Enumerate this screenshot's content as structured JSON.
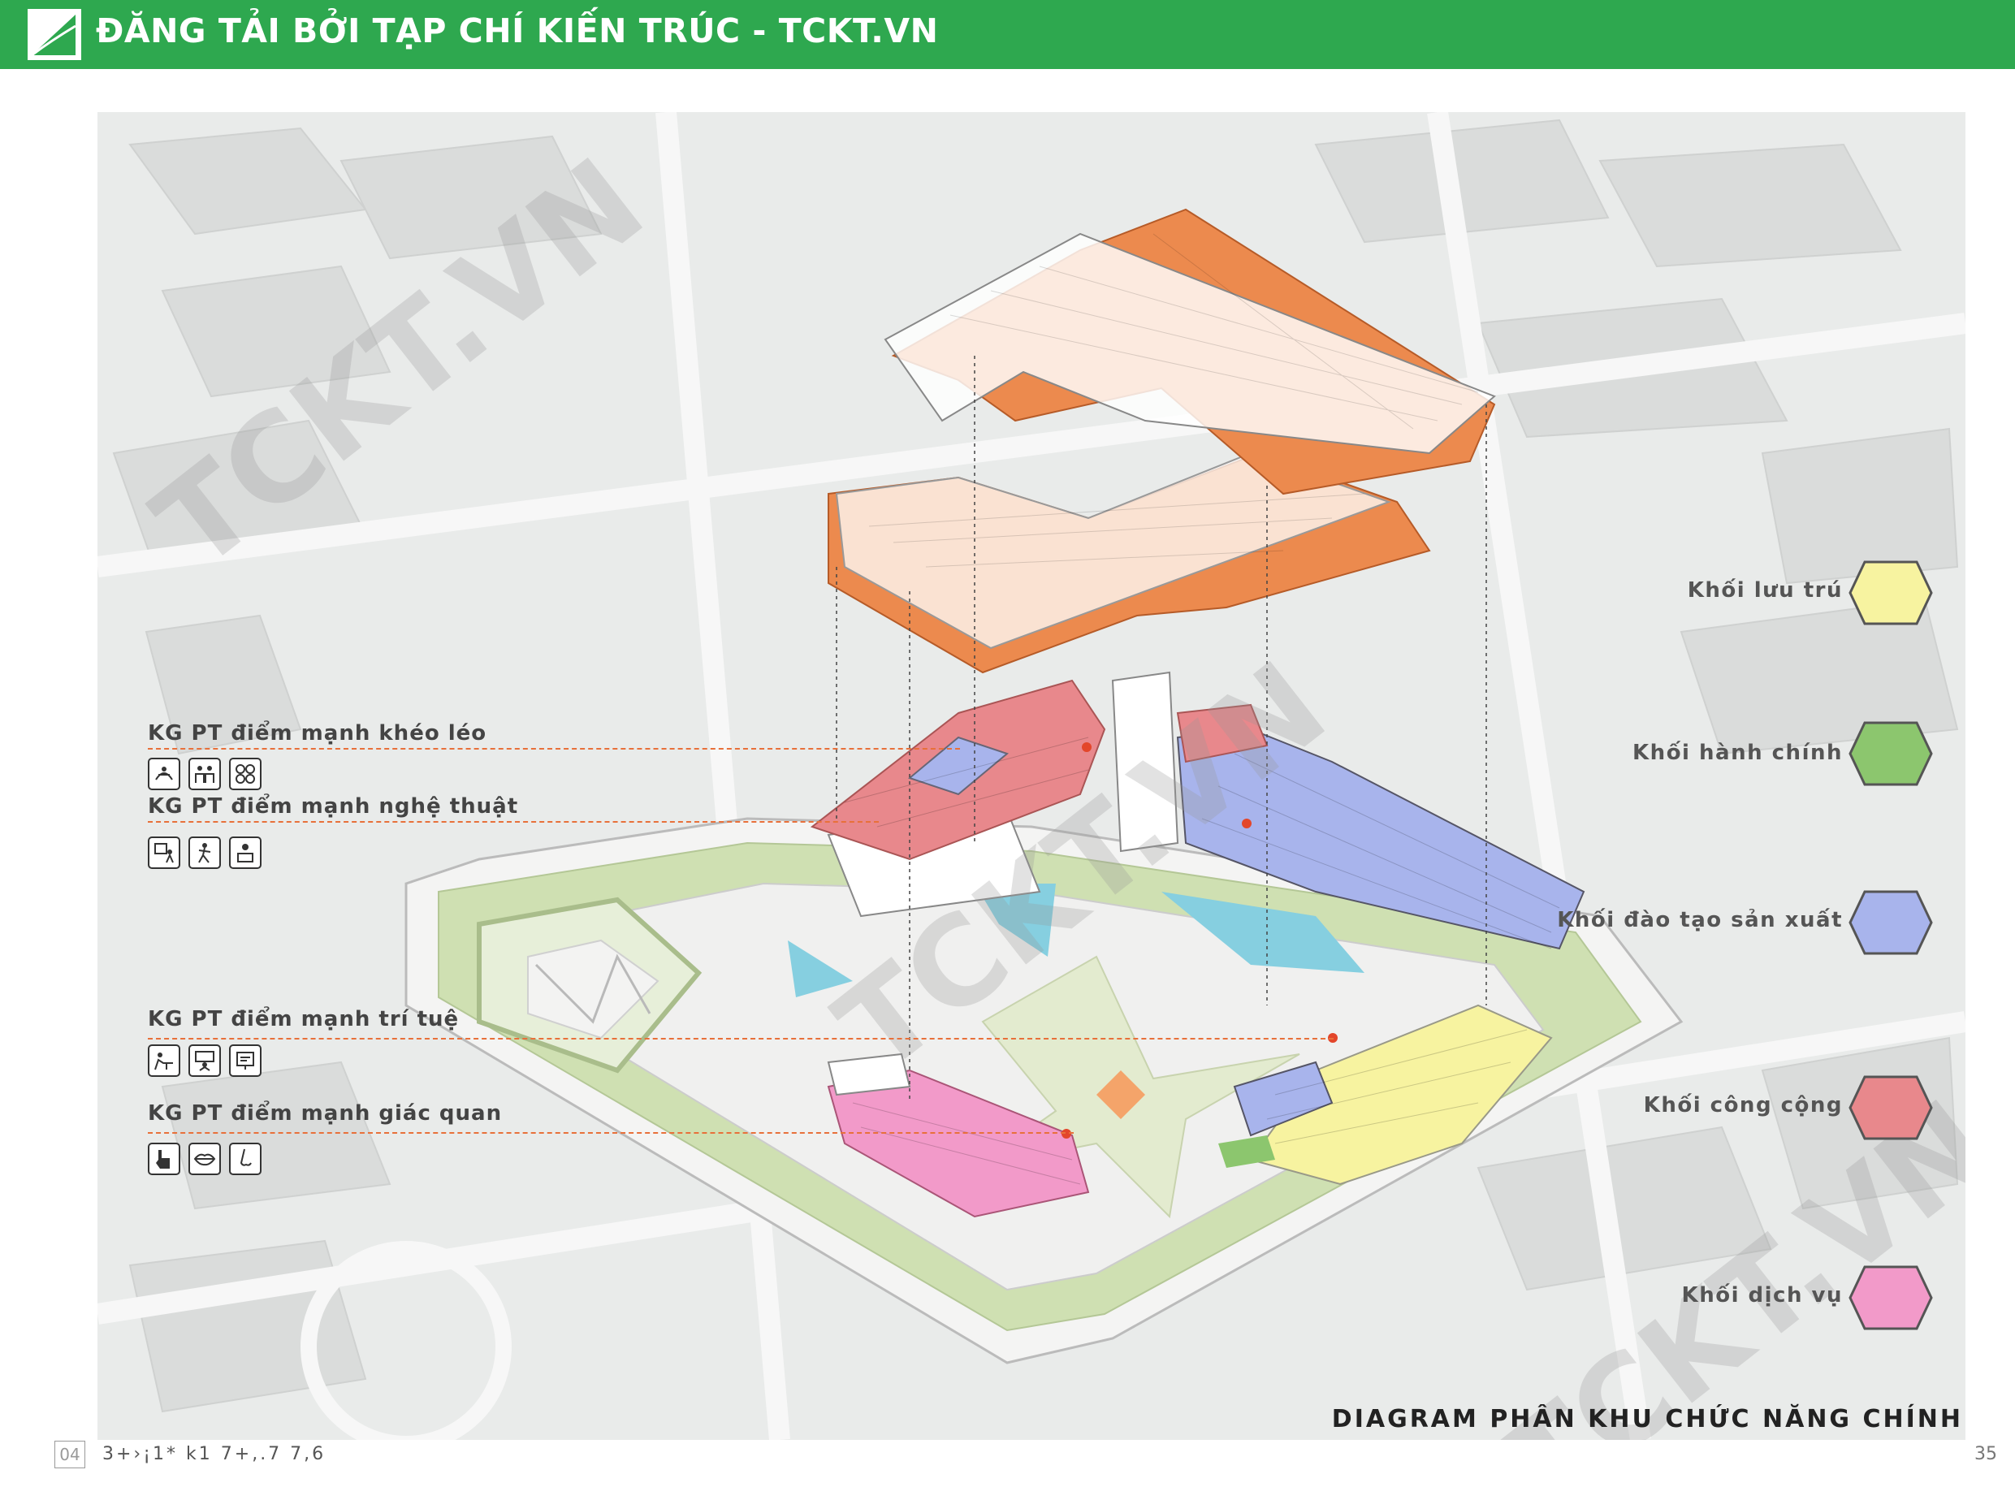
{
  "banner": {
    "title": "ĐĂNG TẢI BỞI TẠP CHÍ KIẾN TRÚC - TCKT.VN",
    "color": "#2ea84f"
  },
  "watermark": "TCKT.VN",
  "zones": [
    {
      "label": "KG PT điểm mạnh khéo léo",
      "icons": [
        "craft-icon",
        "group-work-icon",
        "pattern-icon"
      ]
    },
    {
      "label": "KG PT điểm mạnh nghệ thuật",
      "icons": [
        "painting-icon",
        "dance-icon",
        "music-icon"
      ]
    },
    {
      "label": "KG PT điểm mạnh trí tuệ",
      "icons": [
        "study-icon",
        "classroom-icon",
        "board-icon"
      ]
    },
    {
      "label": "KG PT điểm mạnh giác quan",
      "icons": [
        "touch-icon",
        "lips-icon",
        "nose-icon"
      ]
    }
  ],
  "legend": [
    {
      "label": "Khối lưu trú",
      "color": "#f7f3a0"
    },
    {
      "label": "Khối hành chính",
      "color": "#8cc66e"
    },
    {
      "label": "Khối đào tạo sản xuất",
      "color": "#a8b4ec"
    },
    {
      "label": "Khối công cộng",
      "color": "#e8888c"
    },
    {
      "label": "Khối dịch vụ",
      "color": "#f29ac9"
    }
  ],
  "diagram_title": "DIAGRAM PHÂN KHU CHỨC NĂNG CHÍNH",
  "footer": {
    "section": "04",
    "text": "3+›¡1* k1 7+,.7 7,6",
    "page": "35"
  }
}
